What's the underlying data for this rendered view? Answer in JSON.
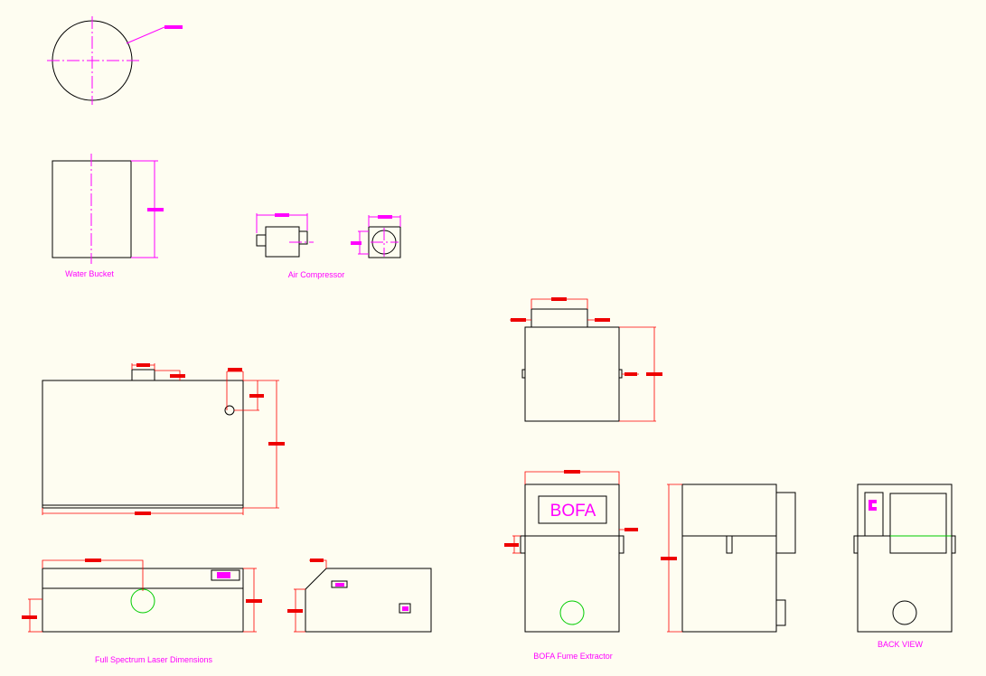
{
  "colors": {
    "background": "#fefdf1",
    "outline": "#000000",
    "dimension": "#ff0000",
    "dimension_text_mark": "#ee0000",
    "annotation": "#ff00ff",
    "feature": "#00cc00"
  },
  "labels": {
    "water_bucket": "Water Bucket",
    "air_compressor": "Air Compressor",
    "laser": "Full Spectrum Laser Dimensions",
    "bofa_brand": "BOFA",
    "bofa_fume_extractor": "BOFA Fume Extractor",
    "back_view": "BACK VIEW"
  }
}
